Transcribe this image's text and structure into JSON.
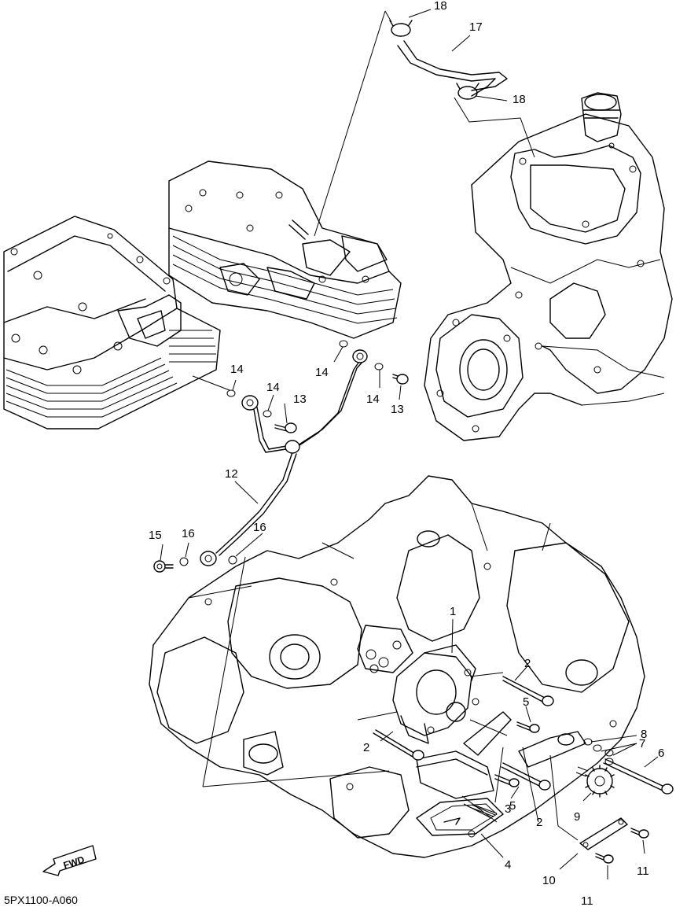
{
  "diagram_code": "5PX1100-A060",
  "fwd_label": "FWD",
  "callouts": [
    {
      "id": "c18a",
      "text": "18"
    },
    {
      "id": "c17",
      "text": "17"
    },
    {
      "id": "c18b",
      "text": "18"
    },
    {
      "id": "c14a",
      "text": "14"
    },
    {
      "id": "c14b",
      "text": "14"
    },
    {
      "id": "c14c",
      "text": "14"
    },
    {
      "id": "c14d",
      "text": "14"
    },
    {
      "id": "c13a",
      "text": "13"
    },
    {
      "id": "c13b",
      "text": "13"
    },
    {
      "id": "c12",
      "text": "12"
    },
    {
      "id": "c15",
      "text": "15"
    },
    {
      "id": "c16a",
      "text": "16"
    },
    {
      "id": "c16b",
      "text": "16"
    },
    {
      "id": "c1",
      "text": "1"
    },
    {
      "id": "c2a",
      "text": "2"
    },
    {
      "id": "c5a",
      "text": "5"
    },
    {
      "id": "c8",
      "text": "8"
    },
    {
      "id": "c7",
      "text": "7"
    },
    {
      "id": "c6",
      "text": "6"
    },
    {
      "id": "c2b",
      "text": "2"
    },
    {
      "id": "c9",
      "text": "9"
    },
    {
      "id": "c5b",
      "text": "5"
    },
    {
      "id": "c2c",
      "text": "2"
    },
    {
      "id": "c3",
      "text": "3"
    },
    {
      "id": "c4",
      "text": "4"
    },
    {
      "id": "c11a",
      "text": "11"
    },
    {
      "id": "c10",
      "text": "10"
    },
    {
      "id": "c11b",
      "text": "11"
    }
  ]
}
